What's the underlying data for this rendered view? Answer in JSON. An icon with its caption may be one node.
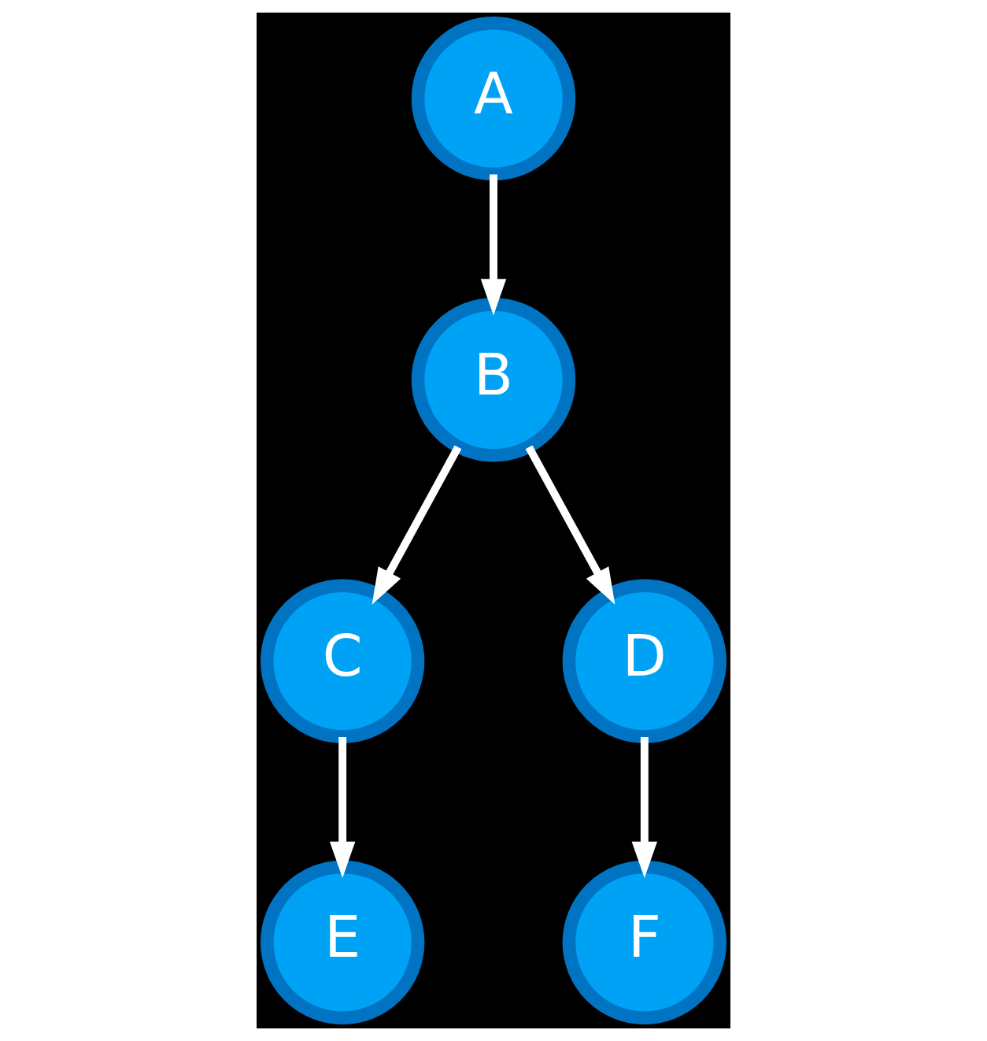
{
  "diagram": {
    "nodes": [
      {
        "text": [
          "A"
        ]
      },
      {
        "text": [
          "B"
        ]
      },
      {
        "text": [
          "C"
        ]
      },
      {
        "text": [
          "D"
        ]
      },
      {
        "text": [
          "E"
        ]
      },
      {
        "text": [
          "F"
        ]
      }
    ],
    "edges": [
      {
        "from": 0,
        "to": 1,
        "arrow": "to"
      },
      {
        "from": 1,
        "to": 2,
        "arrow": "to"
      },
      {
        "from": 1,
        "to": 3,
        "arrow": "to"
      },
      {
        "from": 2,
        "to": 4,
        "arrow": "to"
      },
      {
        "from": 3,
        "to": 5,
        "arrow": "to"
      }
    ]
  }
}
